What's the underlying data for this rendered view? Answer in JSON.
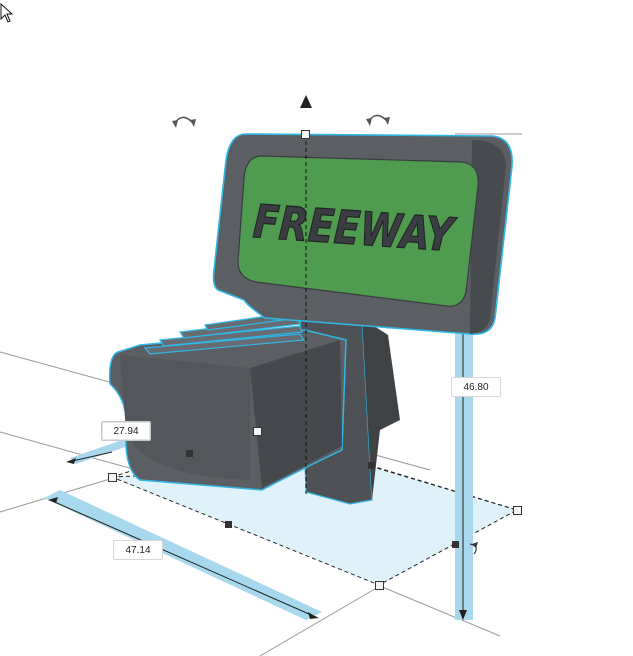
{
  "viewport": {
    "workplane_color": "#dff1f9",
    "selection_color": "#2fb7e6",
    "body_color": "#5b5f63",
    "sign_fill_color": "#4f9b4f"
  },
  "object": {
    "sign_text": "FREEWAY",
    "sign_text_color": "#3a3e42"
  },
  "dimensions": {
    "width_label": "27.94",
    "length_label": "47.14",
    "height_label": "46.80"
  },
  "icons": {
    "rotate_left": "rotate-arrow-icon",
    "rotate_right": "rotate-arrow-icon",
    "lift_arrow": "lift-arrow-icon",
    "floor_rotate": "rotate-arrow-icon",
    "cursor": "mouse-pointer-icon"
  }
}
